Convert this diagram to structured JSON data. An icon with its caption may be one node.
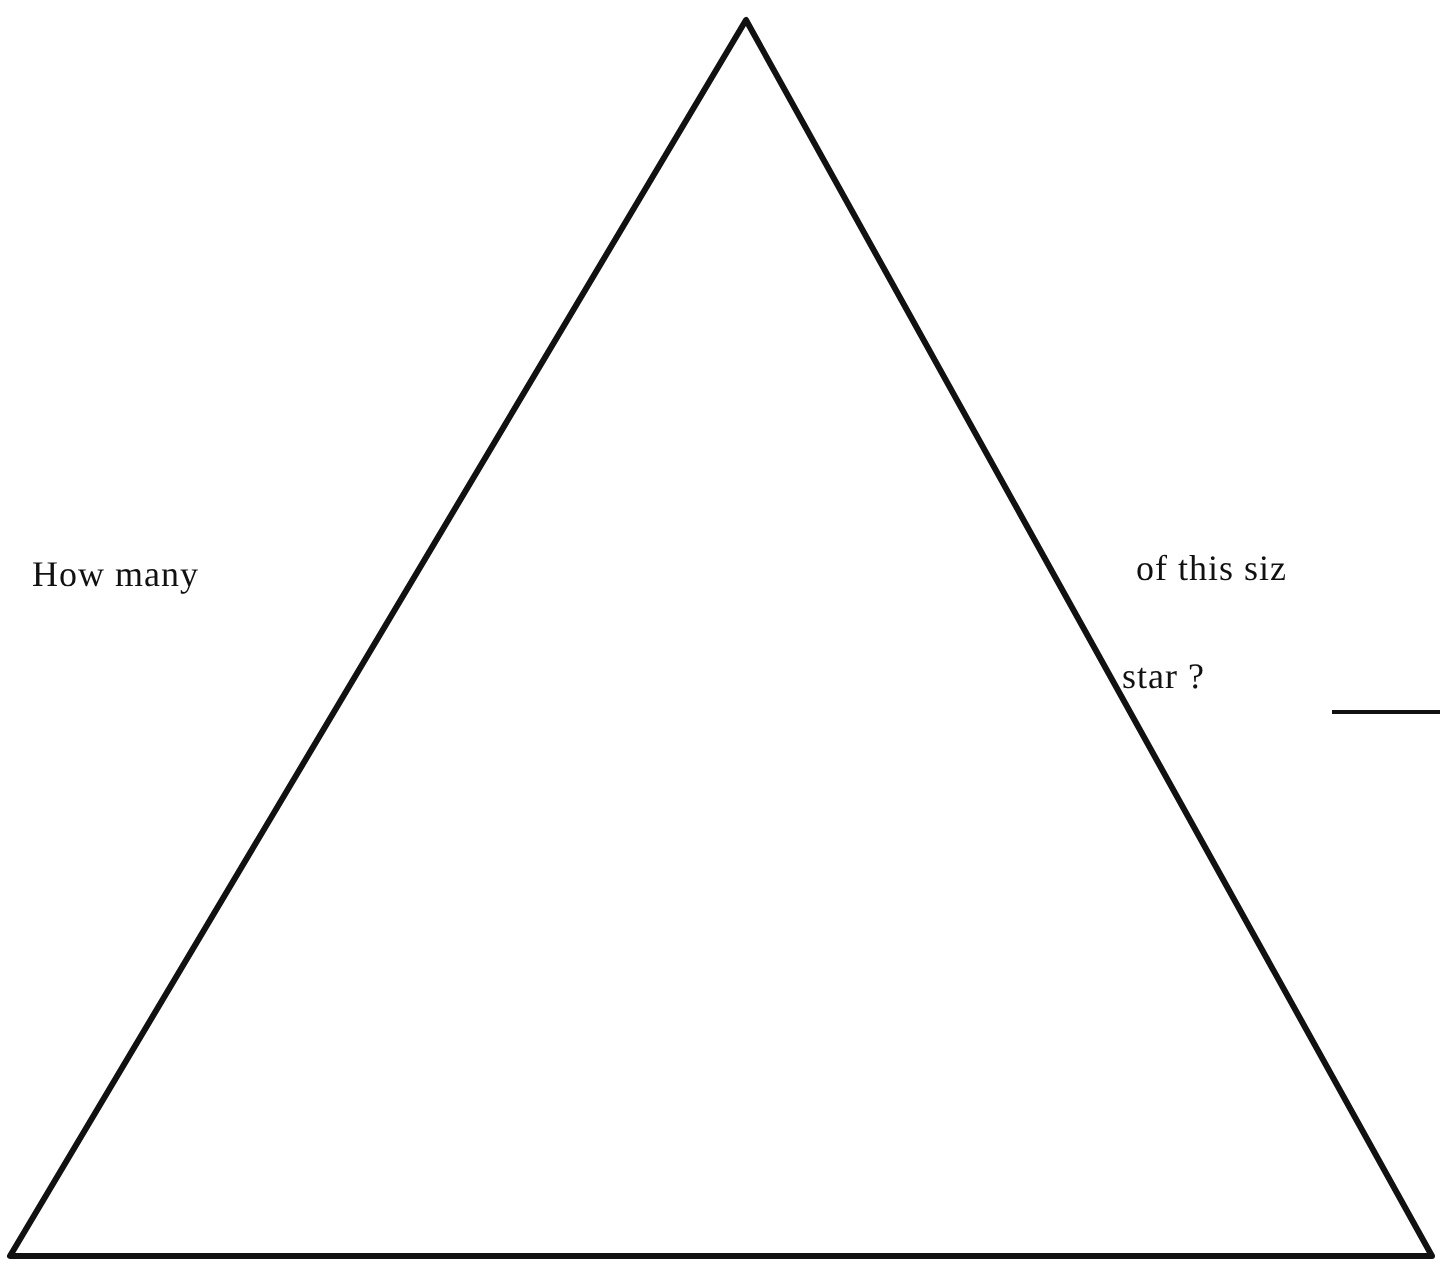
{
  "diagram": {
    "labels": [
      "How many",
      "of this siz",
      "star ?"
    ]
  }
}
